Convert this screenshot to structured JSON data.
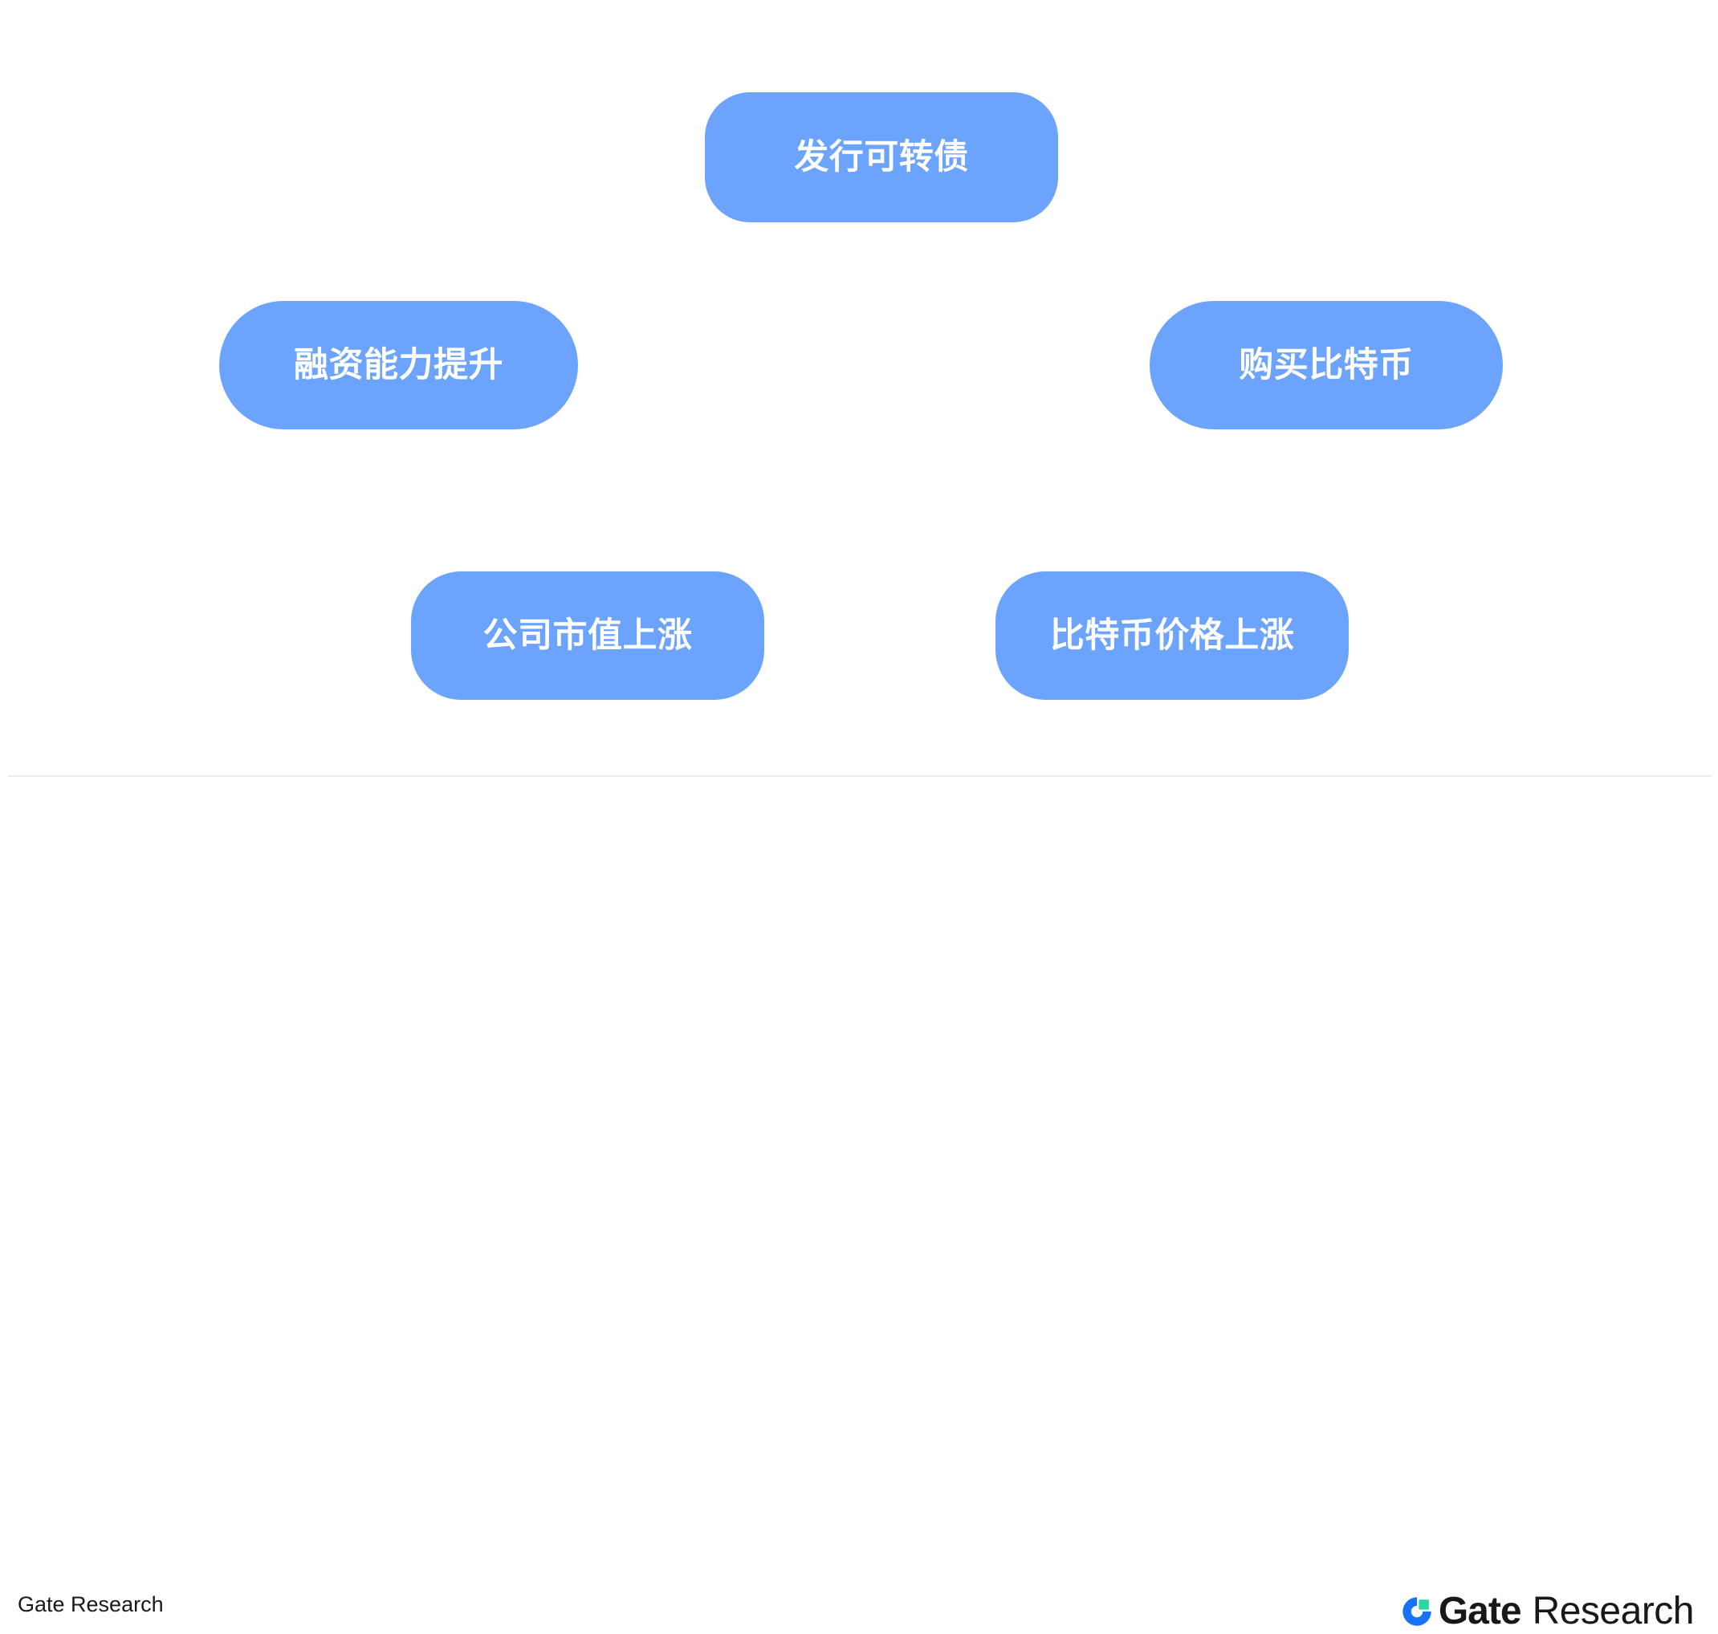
{
  "diagram": {
    "type": "cycle",
    "ring_color": "#ccddfd",
    "node_color": "#6ba3fd",
    "node_text_color": "#ffffff",
    "nodes": [
      {
        "id": "issue-bond",
        "label": "发行可转债",
        "position": "top"
      },
      {
        "id": "buy-bitcoin",
        "label": "购买比特币",
        "position": "right"
      },
      {
        "id": "btc-price-rises",
        "label": "比特币价格上涨",
        "position": "bottom-right"
      },
      {
        "id": "market-cap-rises",
        "label": "公司市值上涨",
        "position": "bottom-left"
      },
      {
        "id": "financing-capacity",
        "label": "融资能力提升",
        "position": "left"
      }
    ]
  },
  "footer": {
    "credit": "Gate Research",
    "logo": {
      "gate": "Gate",
      "research": "Research",
      "mark_arc_color": "#1772f6",
      "mark_square_color": "#2ad6a0",
      "wordmark_color": "#17181c"
    },
    "divider_color": "#ebebeb"
  }
}
